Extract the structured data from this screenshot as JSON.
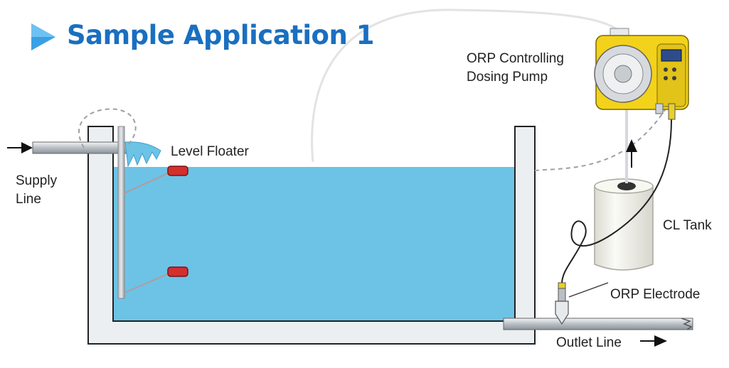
{
  "title": "Sample Application 1",
  "labels": {
    "supply_line_1": "Supply",
    "supply_line_2": "Line",
    "level_floater": "Level Floater",
    "pump_1": "ORP Controlling",
    "pump_2": "Dosing Pump",
    "cl_tank": "CL Tank",
    "orp_electrode": "ORP Electrode",
    "outlet_line": "Outlet Line"
  },
  "colors": {
    "title": "#1a6fc0",
    "water": "#6cc3e6",
    "tank_wall": "#eceff2",
    "pipe": "#c9ced3",
    "floater": "#d32f2f",
    "pump_body": "#f3d21b",
    "cl_tank": "#f3f2ec"
  }
}
